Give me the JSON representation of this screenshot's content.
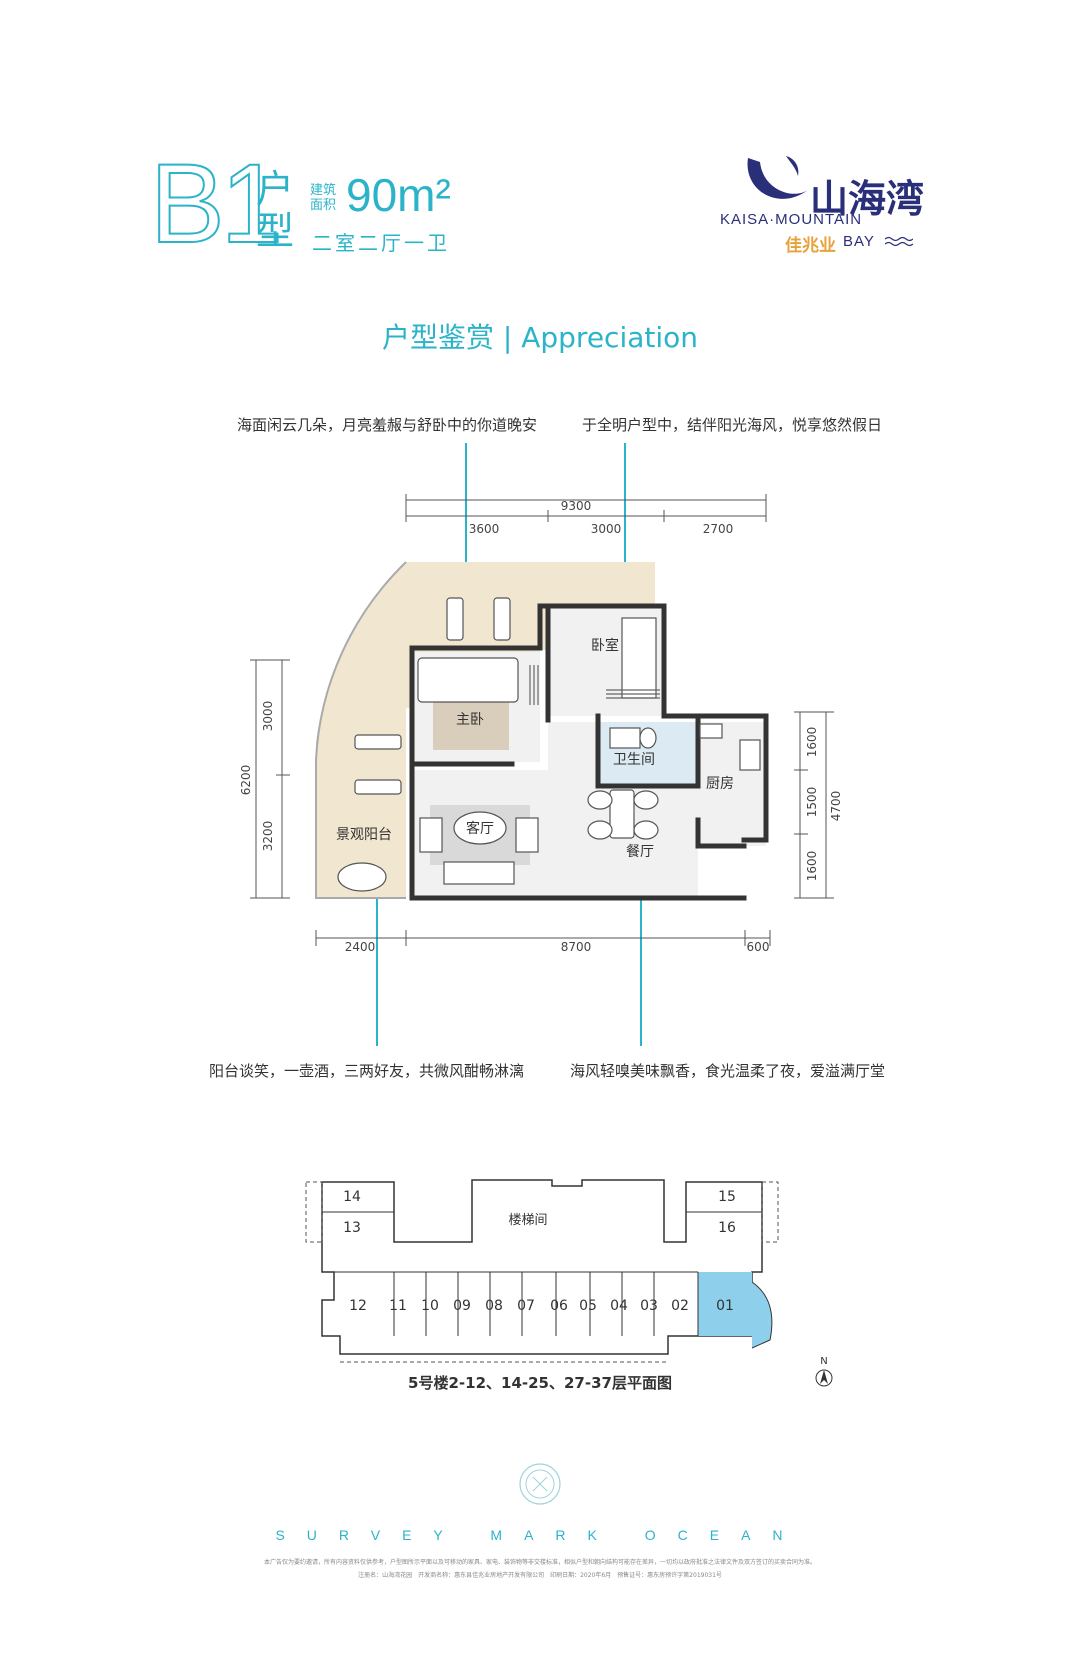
{
  "header": {
    "type_code": "B1",
    "type_label": "户型",
    "area_label": "建筑面积",
    "area_value": "90m²",
    "rooms": "二室二厅一卫"
  },
  "logo": {
    "cn": "山海湾",
    "en": "KAISA·MOUNTAIN",
    "cn2": "佳兆业",
    "bay": "BAY"
  },
  "section_title": "户型鉴赏 | Appreciation",
  "captions": {
    "top_left": "海面闲云几朵，月亮羞赧与舒卧中的你道晚安",
    "top_right": "于全明户型中，结伴阳光海风，悦享悠然假日",
    "bottom_left": "阳台谈笑，一壶酒，三两好友，共微风酣畅淋漓",
    "bottom_right": "海风轻嗅美味飘香，食光温柔了夜，爱溢满厅堂"
  },
  "dimensions": {
    "top_total": "9300",
    "top_parts": [
      "3600",
      "3000",
      "2700"
    ],
    "left_total": "6200",
    "left_parts": [
      "3000",
      "3200"
    ],
    "right_total": "4700",
    "right_parts": [
      "1600",
      "1500",
      "1600"
    ],
    "bottom_parts": [
      "2400",
      "8700",
      "600"
    ]
  },
  "rooms": {
    "master_bedroom": "主卧",
    "bedroom": "卧室",
    "bathroom": "卫生间",
    "kitchen": "厨房",
    "living_room": "客厅",
    "dining_room": "餐厅",
    "balcony": "景观阳台"
  },
  "floor_plan": {
    "stairwell": "楼梯间",
    "units_top_left": [
      "14",
      "13"
    ],
    "units_top_right": [
      "15",
      "16"
    ],
    "units_row": [
      "12",
      "11",
      "10",
      "09",
      "08",
      "07",
      "06",
      "05",
      "04",
      "03",
      "02",
      "01"
    ],
    "highlighted": "01",
    "compass": "N",
    "caption": "5号楼2-12、14-25、27-37层平面图"
  },
  "footer": {
    "tagline": "SURVEY MARK OCEAN",
    "fine_print_1": "本广告仅为要约邀请，所有内容资料仅供参考，户型图所示平面以及可移动的家具、家电、装饰物等非交楼标准，相似户型和朝向结构可能存在差异，一切均以政府批准之法律文件及双方签订的买卖合同为准。",
    "fine_print_2": "注册名：山海湾花园　开发商名称：惠东县佳兆业房地产开发有限公司　印刷日期：2020年6月　预售证号：惠东房预许字第2019031号"
  },
  "colors": {
    "accent": "#2bb3c9",
    "brand": "#2a2f7a",
    "balcony_fill": "#f1e6cf",
    "wet_fill": "#dcebf3",
    "highlight_unit": "#8ed0ec"
  }
}
